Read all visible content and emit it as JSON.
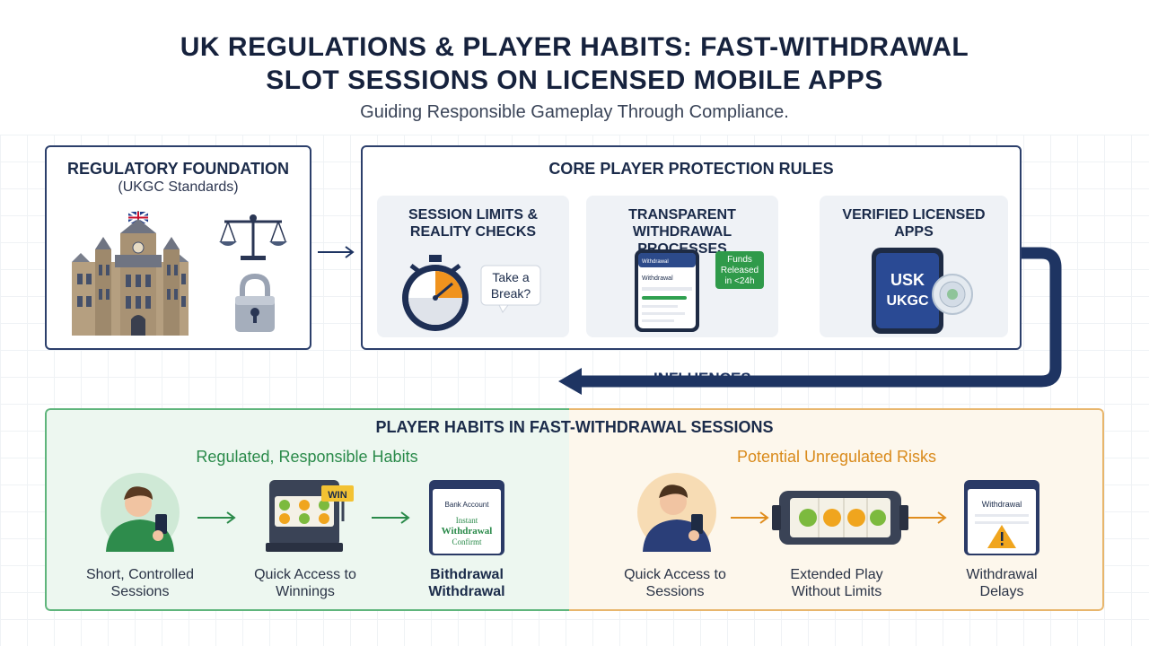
{
  "header": {
    "title_line1": "UK REGULATIONS & PLAYER HABITS: FAST-WITHDRAWAL",
    "title_line2": "SLOT SESSIONS ON LICENSED MOBILE APPS",
    "subtitle": "Guiding Responsible Gameplay Through Compliance."
  },
  "regulatory": {
    "title": "REGULATORY FOUNDATION",
    "subtitle": "(UKGC Standards)"
  },
  "core": {
    "title": "CORE PLAYER PROTECTION RULES",
    "cards": [
      {
        "title": "SESSION LIMITS & REALITY CHECKS",
        "bubble_line1": "Take a",
        "bubble_line2": "Break?"
      },
      {
        "title": "TRANSPARENT WITHDRAWAL PROCESSES",
        "phone_header": "Withdrawal",
        "phone_text": "Withdrawal",
        "badge_line1": "Funds",
        "badge_line2": "Released",
        "badge_line3": "in <24h"
      },
      {
        "title": "VERIFIED LICENSED APPS",
        "logo_line1": "USK",
        "logo_line2": "UKGC"
      }
    ]
  },
  "connector": {
    "label": "INFLUENCES"
  },
  "habits": {
    "title": "PLAYER HABITS IN FAST-WITHDRAWAL SESSIONS",
    "regulated": {
      "heading": "Regulated, Responsible Habits",
      "steps": [
        {
          "line1": "Short, Controlled",
          "line2": "Sessions"
        },
        {
          "line1": "Quick Access to",
          "line2": "Winnings",
          "badge": "WIN"
        },
        {
          "line1": "Bithdrawal",
          "line2": "Withdrawal",
          "phone_header": "Bank Account",
          "phone_line1": "Instant",
          "phone_line2": "Withdrawal",
          "phone_line3": "Confirmt"
        }
      ]
    },
    "risks": {
      "heading": "Potential Unregulated Risks",
      "steps": [
        {
          "line1": "Quick Access to",
          "line2": "Sessions"
        },
        {
          "line1": "Extended Play",
          "line2": "Without Limits"
        },
        {
          "line1": "Withdrawal",
          "line2": "Delays",
          "phone_header": "Withdrawal"
        }
      ]
    }
  },
  "colors": {
    "navy": "#1e3462",
    "green": "#2a8a4a",
    "orange": "#e08d1e",
    "panel_border": "#2c3f6b"
  }
}
